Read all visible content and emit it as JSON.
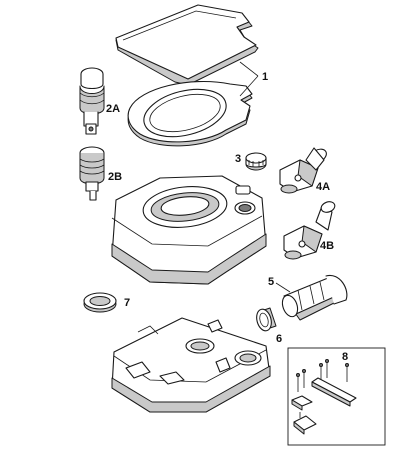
{
  "labels": {
    "seat_lid": "1",
    "pump_a": "2A",
    "pump_b": "2B",
    "cap": "3",
    "valve_a": "4A",
    "valve_b": "4B",
    "spout": "5",
    "spout_cap": "6",
    "seal_ring": "7",
    "mount_kit": "8"
  }
}
